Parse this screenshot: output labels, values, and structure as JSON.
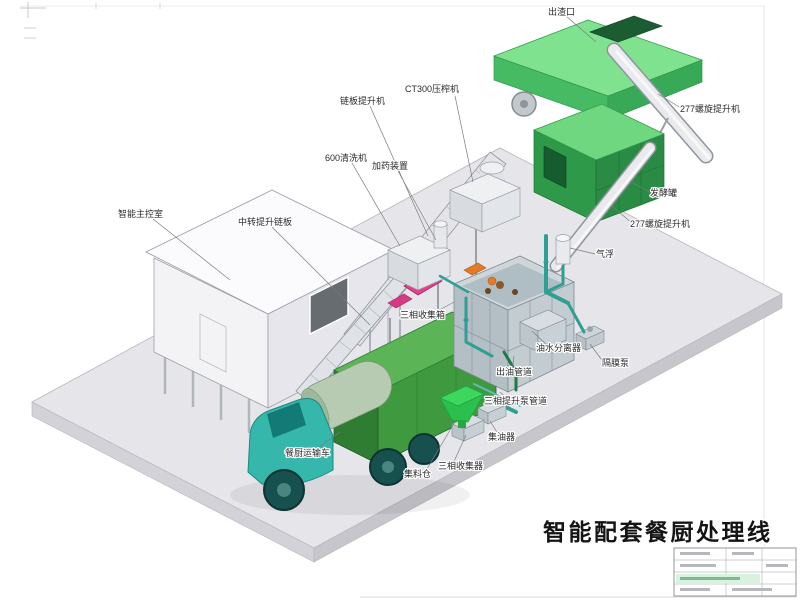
{
  "sheet": {
    "title": "智能配套餐厨处理线"
  },
  "labels": {
    "slag_outlet": "出渣口",
    "screw_elevator_top": "277螺旋提升机",
    "press": "CT300压榨机",
    "chain_elevator": "链板提升机",
    "washer": "600清洗机",
    "dosing": "加药装置",
    "control_room": "智能主控室",
    "transfer_elevator": "中转提升链板",
    "fermentation_tank": "发酵罐",
    "screw_elevator_2": "277螺旋提升机",
    "air_flotation": "气浮",
    "oil_water_separator": "油水分离器",
    "diaphragm_pump": "隔膜泵",
    "oil_pipe": "出油管道",
    "three_phase_pump_pipe": "三相提升泵管道",
    "oil_collector": "集油器",
    "three_phase_box": "三相收集箱",
    "three_phase_collector": "三相收集器",
    "material_bin": "集料仓",
    "transport_truck": "餐厨运输车"
  }
}
